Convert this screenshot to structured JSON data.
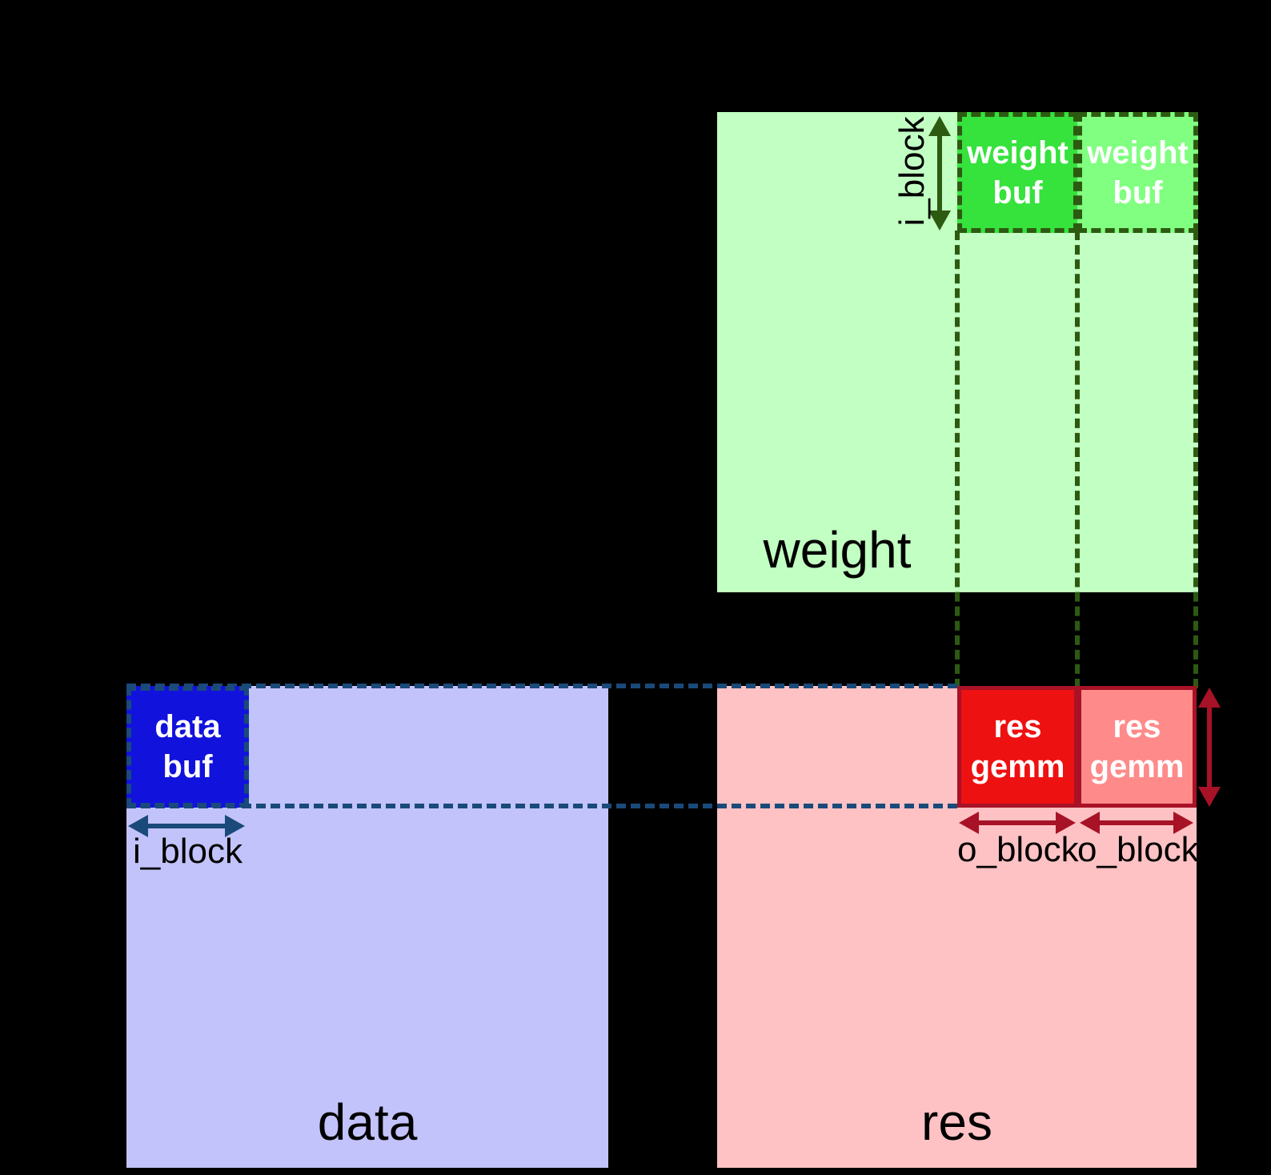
{
  "colors": {
    "background": "#000000",
    "weight_fill": "#c2ffc2",
    "weight_buf1_fill": "#36e23c",
    "weight_buf2_fill": "#80ff80",
    "green_dark": "#2d5a11",
    "data_fill": "#c3c3fb",
    "data_buf_fill": "#1212dd",
    "navy": "#1a4a7a",
    "res_fill": "#ffc2c4",
    "res_gemm1_fill": "#ee1111",
    "res_gemm2_fill": "#ff8a8a",
    "red_dark": "#a81226"
  },
  "matrices": {
    "weight": {
      "label": "weight"
    },
    "data": {
      "label": "data"
    },
    "res": {
      "label": "res"
    }
  },
  "buffers": {
    "weight_buf_1": {
      "line1": "weight",
      "line2": "buf"
    },
    "weight_buf_2": {
      "line1": "weight",
      "line2": "buf"
    },
    "data_buf": {
      "line1": "data",
      "line2": "buf"
    },
    "res_gemm_1": {
      "line1": "res",
      "line2": "gemm"
    },
    "res_gemm_2": {
      "line1": "res",
      "line2": "gemm"
    }
  },
  "dimensions": {
    "i_block_weight": "i_block",
    "i_block_data": "i_block",
    "o_block_1": "o_block",
    "o_block_2": "o_block"
  }
}
